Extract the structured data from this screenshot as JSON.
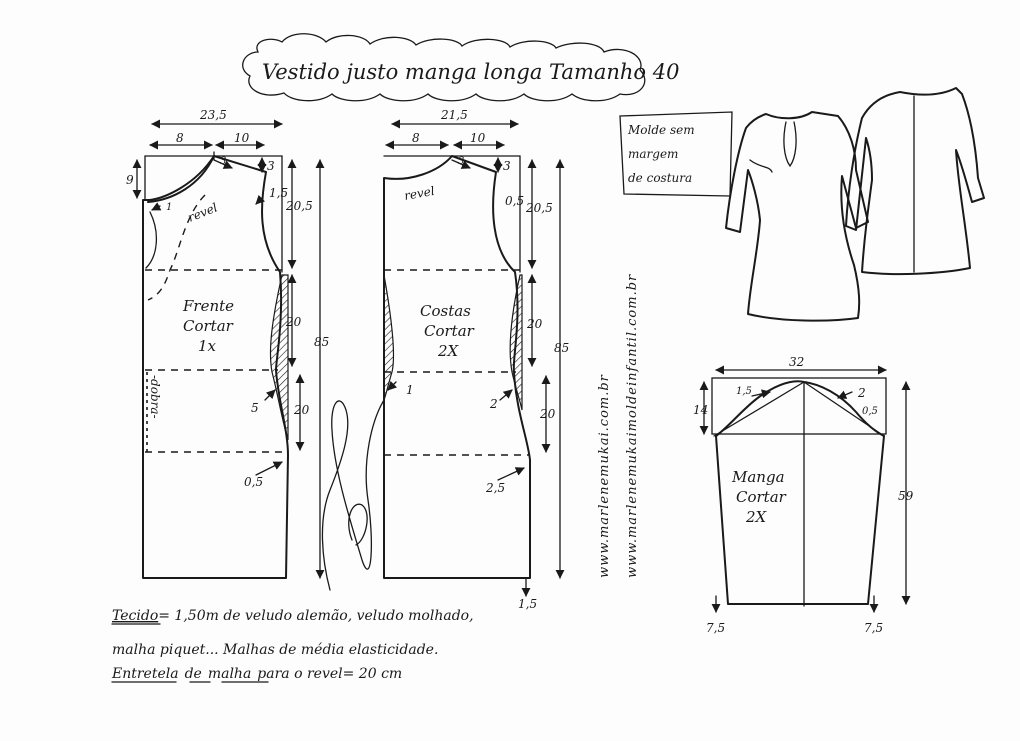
{
  "title": "Vestido justo manga longa Tamanho 40",
  "front": {
    "label_line1": "Frente",
    "label_line2": "Cortar",
    "label_line3": "1x",
    "fold_label": "-dobra-",
    "facing_label": "revel",
    "dim_top": "23,5",
    "dim_neck": "8",
    "dim_shoulder": "10",
    "dim_neck_depth": "9",
    "dim_dart": "3",
    "dim_shoulder_drop": "3",
    "dim_armhole_in": "1,5",
    "dim_bust_mark": "1",
    "dim_armhole_len": "20,5",
    "dim_waist_len": "20",
    "dim_hip_len": "20",
    "dim_total": "85",
    "dim_waist_in": "5",
    "dim_hem_in": "0,5"
  },
  "back": {
    "label_line1": "Costas",
    "label_line2": "Cortar",
    "label_line3": "2X",
    "facing_label": "revel",
    "dim_top": "21,5",
    "dim_neck": "8",
    "dim_shoulder": "10",
    "dim_dart": "3",
    "dim_shoulder_drop": "3",
    "dim_armhole_in": "0,5",
    "dim_armhole_len": "20,5",
    "dim_waist_len": "20",
    "dim_hip_len": "20",
    "dim_total": "85",
    "dim_center_waist": "1",
    "dim_side_waist": "2",
    "dim_hip_in": "2,5",
    "dim_hem_drop": "1,5"
  },
  "sleeve": {
    "label_line1": "Manga",
    "label_line2": "Cortar",
    "label_line3": "2X",
    "dim_width": "32",
    "dim_cap": "14",
    "dim_length": "59",
    "dim_cap_left": "1,5",
    "dim_cap_right": "2",
    "dim_cap_right_low": "0,5",
    "dim_hem_left": "7,5",
    "dim_hem_right": "7,5"
  },
  "note_box": {
    "line1": "Molde sem",
    "line2": "margem",
    "line3": "de costura"
  },
  "websites": {
    "site1": "www.marlenemukai.com.br",
    "site2": "www.marlenemukaimoldeinfantil.com.br"
  },
  "fabric_note": {
    "line1_label": "Tecido",
    "line1_rest": "= 1,50m  de veludo alemão, veludo molhado,",
    "line2": "malha piquet...  Malhas de média elasticidade.",
    "line3_a": "Entretela",
    "line3_b": "de",
    "line3_c": "malha",
    "line3_d": "para o revel= 20 cm"
  }
}
